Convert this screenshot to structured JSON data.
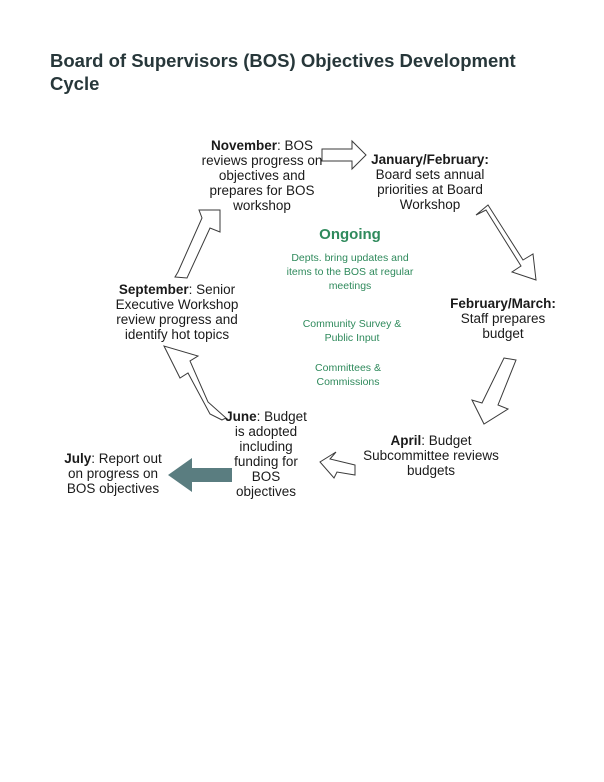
{
  "title": "Board of Supervisors (BOS) Objectives Development Cycle",
  "cycle": {
    "november": {
      "label": "November",
      "text": ": BOS reviews progress on objectives and prepares for BOS workshop"
    },
    "jan_feb": {
      "label": "January/February:",
      "text": "Board sets annual priorities at Board Workshop"
    },
    "feb_mar": {
      "label": "February/March:",
      "text": "Staff prepares budget"
    },
    "april": {
      "label": "April",
      "text": ": Budget Subcommittee reviews budgets"
    },
    "june": {
      "label": "June",
      "text": ": Budget is adopted including funding for BOS objectives"
    },
    "september": {
      "label": "September",
      "text": ": Senior Executive Workshop review progress and identify hot topics"
    },
    "july": {
      "label": "July",
      "text": ": Report out on progress on BOS objectives"
    }
  },
  "ongoing": {
    "title": "Ongoing",
    "items": [
      "Depts. bring updates and items to the BOS at regular meetings",
      "Community Survey & Public Input",
      "Committees & Commissions"
    ]
  },
  "colors": {
    "title": "#27373a",
    "ongoing": "#2f8a5c",
    "july_arrow": "#5a7d80",
    "outline_arrow": "#3a3a3a"
  }
}
